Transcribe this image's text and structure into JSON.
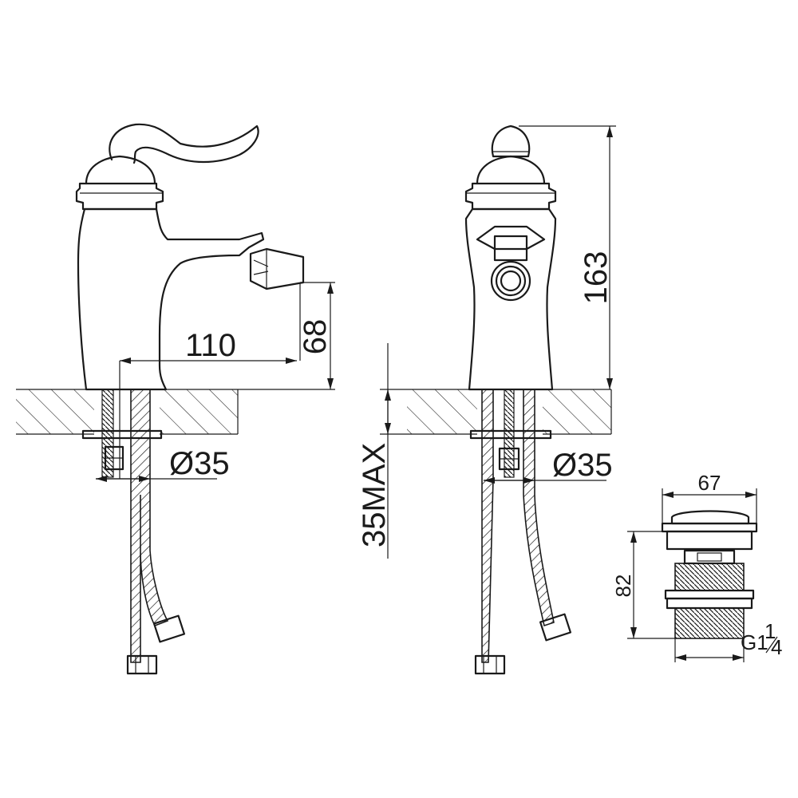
{
  "dimensions": {
    "spout_reach": "110",
    "spout_height": "68",
    "hole_dia_side": "Ø35",
    "hole_dia_front": "Ø35",
    "counter_max": "35MAX",
    "total_height": "163",
    "drain_width": "67",
    "drain_height": "82",
    "drain_thread": "G1",
    "thread_num": "1",
    "thread_den": "4"
  },
  "colors": {
    "line": "#1a1a1a",
    "background": "#ffffff"
  }
}
